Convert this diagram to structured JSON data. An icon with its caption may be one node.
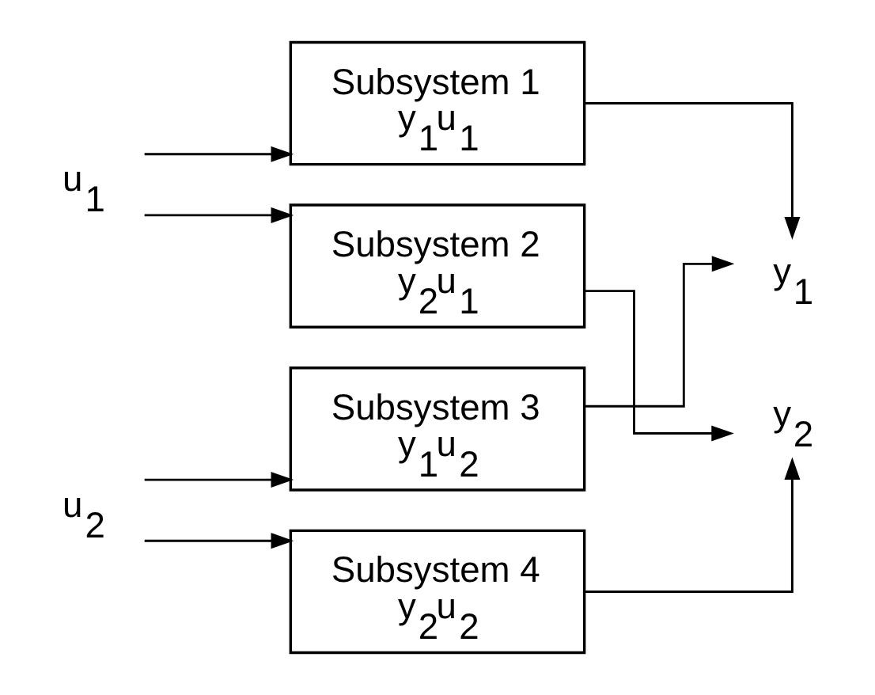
{
  "diagram": {
    "nodes": [
      {
        "text": [
          "u$_{1}$"
        ]
      },
      {
        "text": [
          "u$_{2}$"
        ]
      },
      {
        "text": [
          "Subsystem 1",
          "y$_{1}$u$_{1}$"
        ]
      },
      {
        "text": [
          "Subsystem 2",
          "y$_{2}$u$_{1}$"
        ]
      },
      {
        "text": [
          "Subsystem 3",
          "y$_{1}$u$_{2}$"
        ]
      },
      {
        "text": [
          "Subsystem 4",
          "y$_{2}$u$_{2}$"
        ]
      },
      {
        "text": [
          "y$_{1}$"
        ]
      },
      {
        "text": [
          "y$_{2}$"
        ]
      }
    ],
    "edges": [
      {
        "from": 0,
        "to": 2,
        "arrow": "to"
      },
      {
        "from": 0,
        "to": 3,
        "arrow": "to"
      },
      {
        "from": 1,
        "to": 4,
        "arrow": "to"
      },
      {
        "from": 1,
        "to": 5,
        "arrow": "to"
      },
      {
        "from": 2,
        "to": 6,
        "arrow": "to"
      },
      {
        "from": 4,
        "to": 6,
        "arrow": "to"
      },
      {
        "from": 3,
        "to": 7,
        "arrow": "to"
      },
      {
        "from": 5,
        "to": 7,
        "arrow": "to"
      }
    ]
  }
}
